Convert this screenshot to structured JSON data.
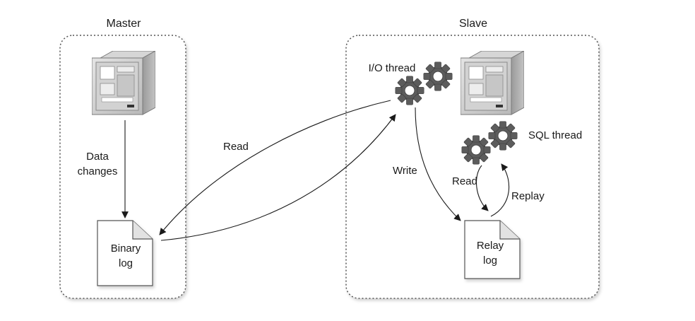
{
  "master": {
    "title": "Master",
    "data_changes_line1": "Data",
    "data_changes_line2": "changes",
    "binary_log_line1": "Binary",
    "binary_log_line2": "log"
  },
  "slave": {
    "title": "Slave",
    "io_thread": "I/O thread",
    "sql_thread": "SQL thread",
    "write": "Write",
    "read": "Read",
    "replay": "Replay",
    "relay_log_line1": "Relay",
    "relay_log_line2": "log"
  },
  "read_arrow_label": "Read",
  "icons": {
    "server": "server-icon",
    "gears": "gears-icon",
    "document": "document-icon"
  }
}
